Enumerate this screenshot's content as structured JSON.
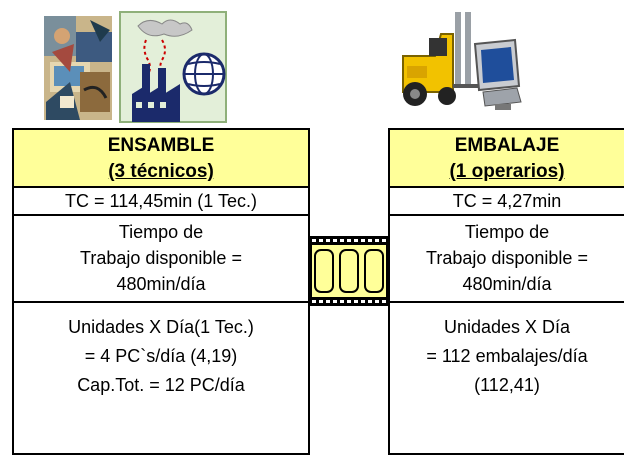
{
  "stations": [
    {
      "title": "ENSAMBLE",
      "subtitle": "(3 técnicos)",
      "tc": "TC = 114,45min (1 Tec.)",
      "available": [
        "Tiempo de",
        "Trabajo disponible =",
        "480min/día"
      ],
      "units": [
        "Unidades X Día(1 Tec.)",
        "= 4 PC`s/día (4,19)",
        "Cap.Tot. = 12 PC/día"
      ]
    },
    {
      "title": "EMBALAJE",
      "subtitle": "(1 operarios)",
      "tc": "TC = 4,27min",
      "available": [
        "Tiempo de",
        "Trabajo disponible =",
        "480min/día"
      ],
      "units": [
        "Unidades X Día",
        "= 112 embalajes/día",
        "(112,41)"
      ]
    }
  ],
  "colors": {
    "header_fill": "#ffff99",
    "border": "#000000"
  },
  "icons": [
    "technician-collage-icon",
    "factory-globe-icon",
    "forklift-computer-icon",
    "film-conveyor-icon"
  ]
}
